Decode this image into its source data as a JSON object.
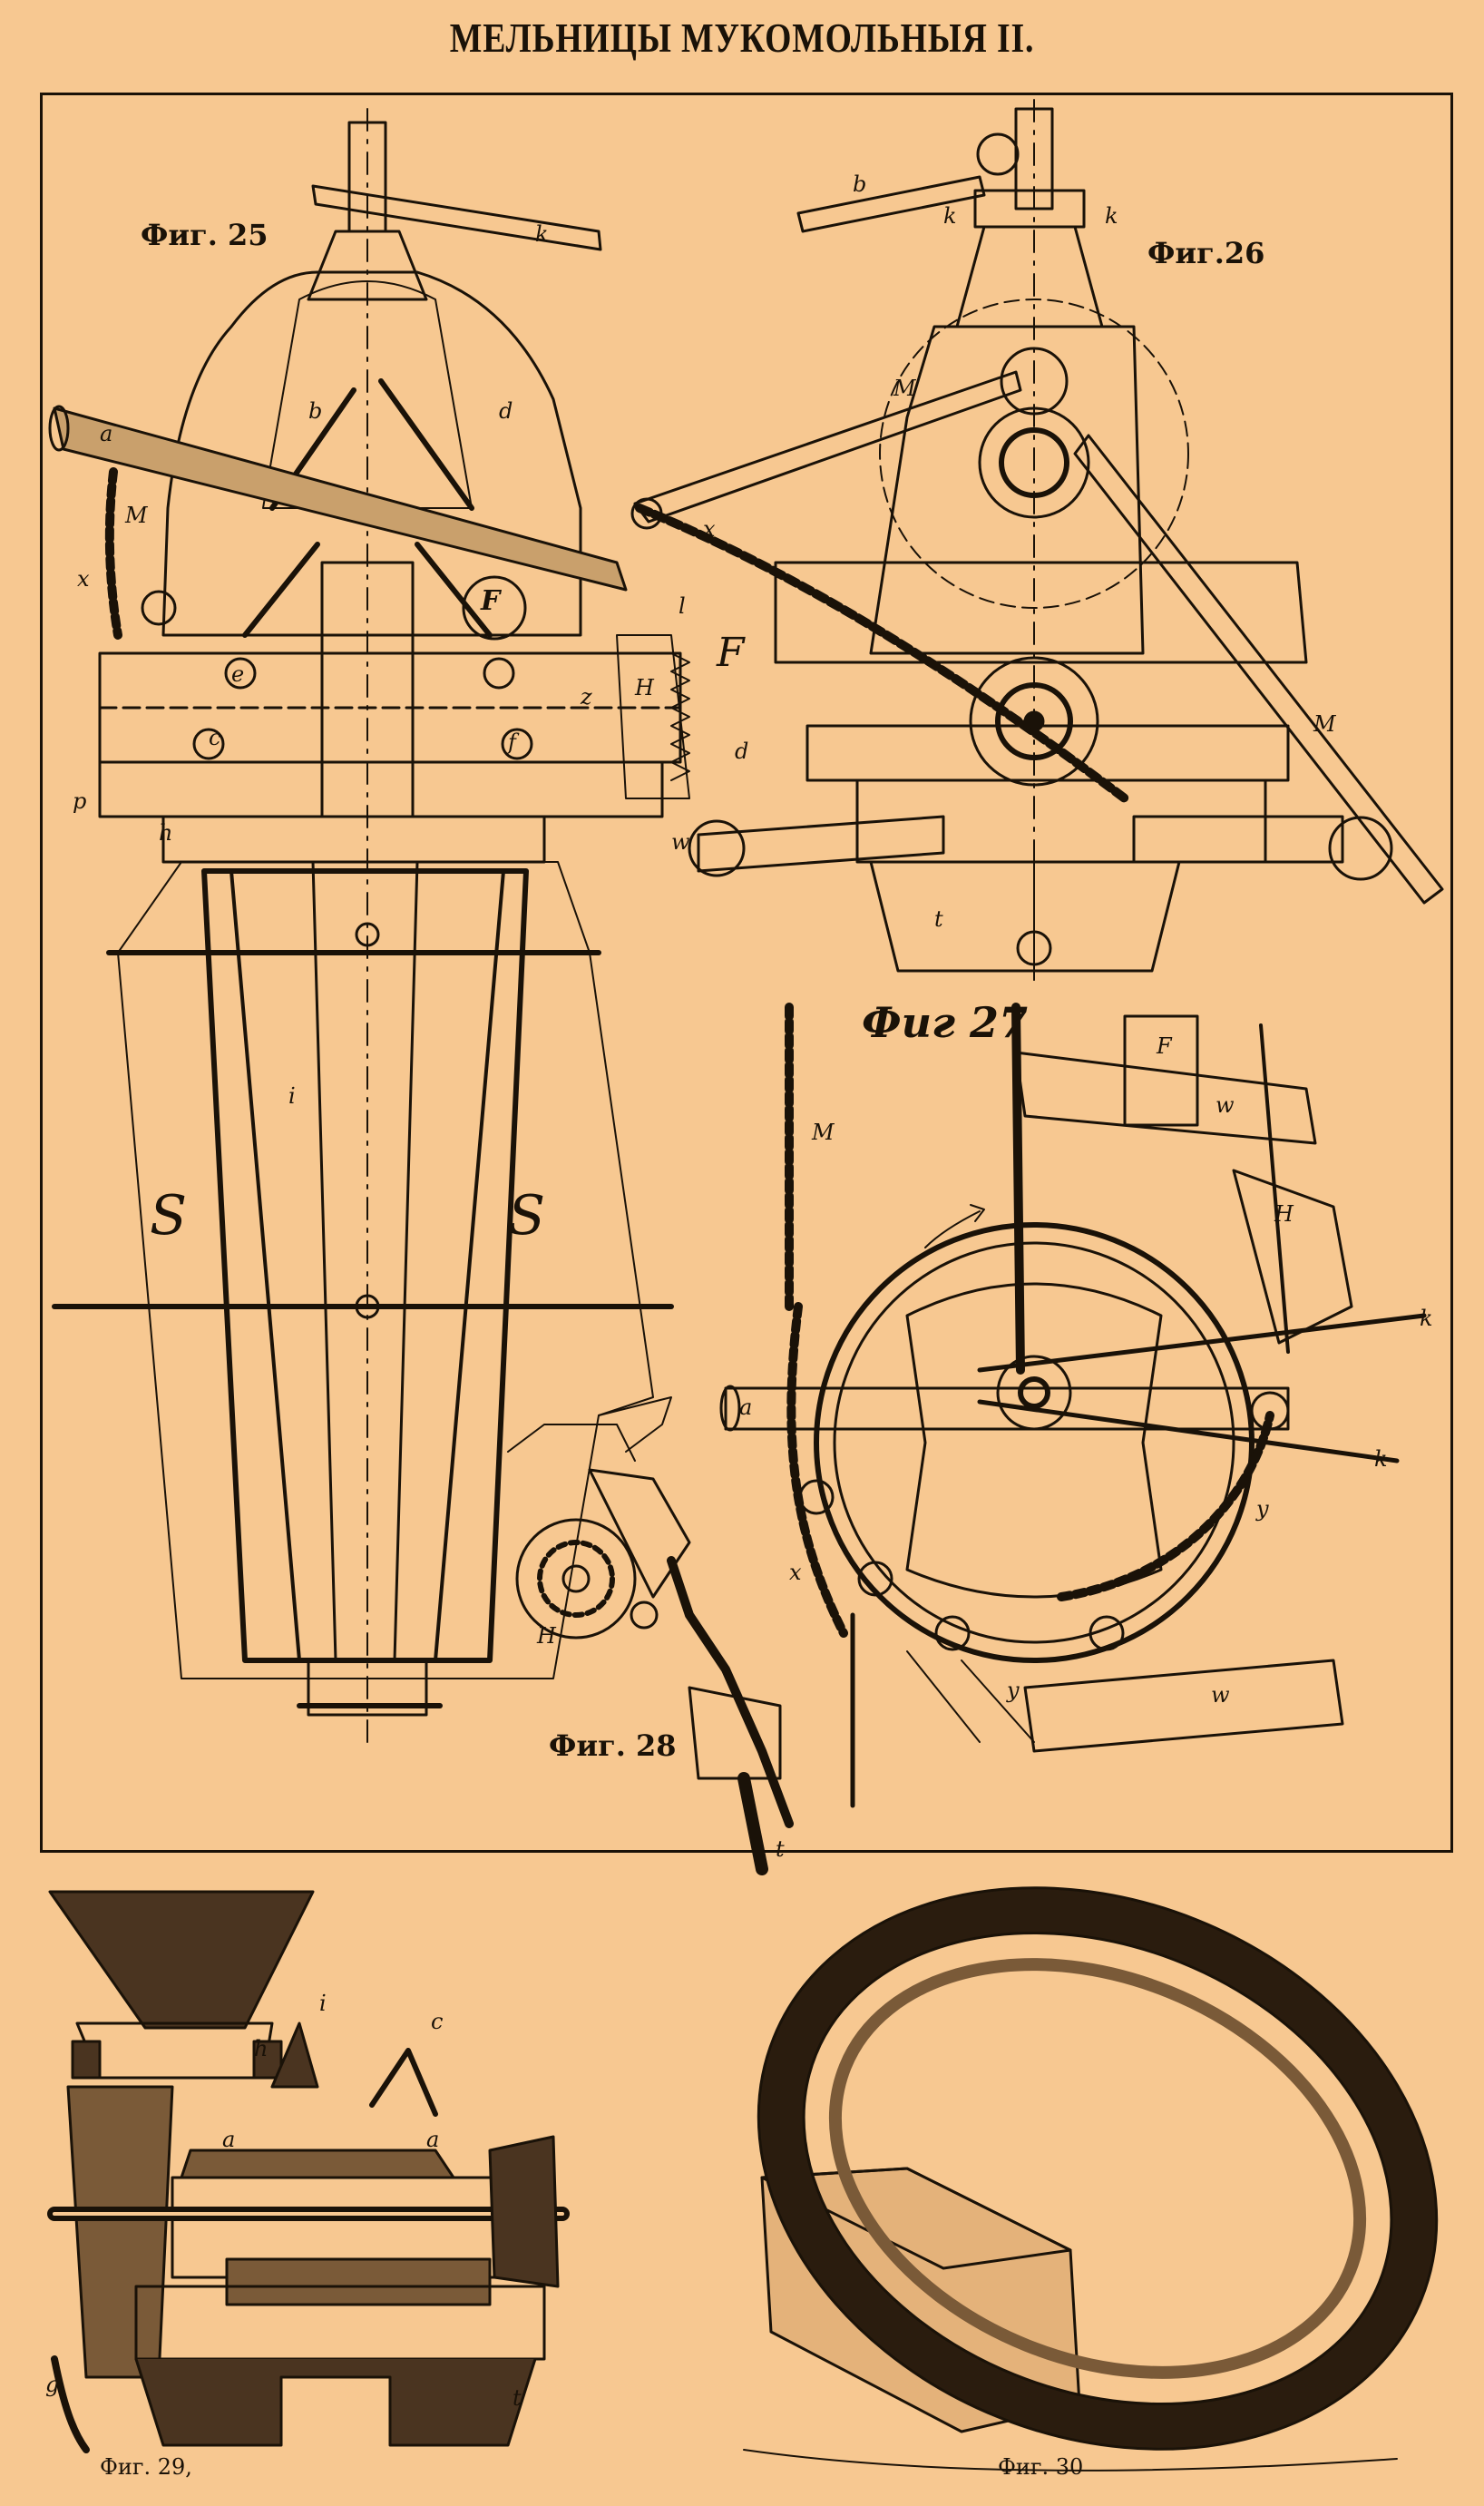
{
  "title": "МЕЛЬНИЦЫ МУКОМОЛЬНЫЯ II.",
  "colors": {
    "paper": "#f7c891",
    "ink": "#1a1208"
  },
  "figures": [
    {
      "id": "fig25",
      "label": "Фиг. 25",
      "letters": [
        "k",
        "a",
        "b",
        "d",
        "M",
        "x",
        "e",
        "F",
        "H",
        "z",
        "f",
        "c",
        "p",
        "h",
        "i",
        "S",
        "S"
      ]
    },
    {
      "id": "fig26",
      "label": "Фиг.26",
      "letters": [
        "b",
        "k",
        "k",
        "M",
        "x",
        "l",
        "F",
        "d",
        "M",
        "w",
        "t"
      ]
    },
    {
      "id": "fig27",
      "label": "Фиг 27",
      "letters": [
        "F",
        "w",
        "M",
        "H",
        "a",
        "k",
        "k",
        "y",
        "x",
        "y",
        "w"
      ]
    },
    {
      "id": "fig28",
      "label": "Фиг. 28",
      "letters": [
        "H",
        "t"
      ]
    },
    {
      "id": "fig29",
      "label": "Фиг. 29,",
      "letters": [
        "i",
        "h",
        "c",
        "a",
        "a",
        "g",
        "t"
      ]
    },
    {
      "id": "fig30",
      "label": "Фиг. 30",
      "letters": []
    }
  ]
}
